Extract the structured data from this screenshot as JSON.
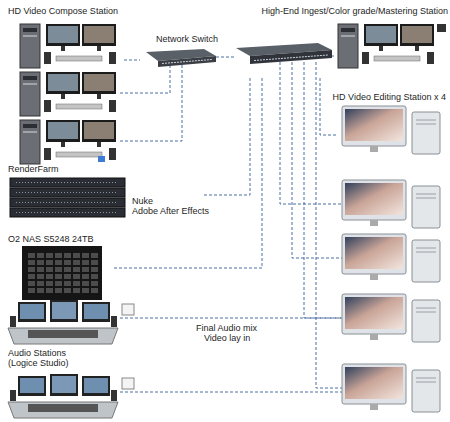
{
  "diagram": {
    "nodes": [
      {
        "text": [
          "HD Video Compose Station"
        ]
      },
      {
        "text": [
          "Network Switch"
        ]
      },
      {
        "text": [
          "High-End Ingest/Color grade/Mastering Station"
        ]
      },
      {
        "text": [
          "HD Video Editing Station x 4"
        ]
      },
      {
        "text": [
          "RenderFarm",
          "Nuke",
          "Adobe After Effects"
        ]
      },
      {
        "text": [
          "O2 NAS S5248 24TB"
        ]
      },
      {
        "text": [
          "Audio Stations (Logice Studio)"
        ]
      }
    ],
    "edges": [
      {
        "from": 0,
        "to": 1,
        "arrow": "none"
      },
      {
        "from": 1,
        "to": 2,
        "arrow": "none"
      },
      {
        "from": 1,
        "to": 3,
        "arrow": "none"
      },
      {
        "from": 4,
        "to": 1,
        "arrow": "none"
      },
      {
        "from": 5,
        "to": 1,
        "arrow": "none"
      }
    ],
    "labels": [
      "Final Audio mix",
      "Video lay in"
    ]
  }
}
